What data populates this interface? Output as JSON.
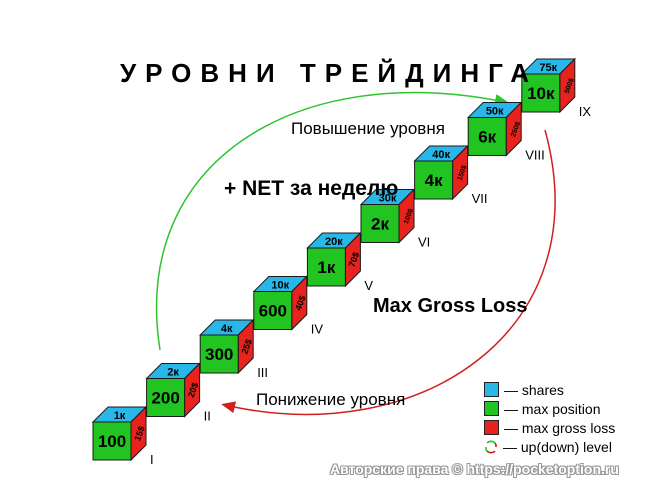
{
  "title": "УРОВНИ ТРЕЙДИНГА",
  "labels": {
    "up": "Повышение уровня",
    "net": "+ NET за неделю",
    "gross": "Max Gross Loss",
    "down": "Понижение уровня"
  },
  "levels": [
    {
      "roman": "I",
      "shares": "1к",
      "position": "100",
      "loss": "15$"
    },
    {
      "roman": "II",
      "shares": "2к",
      "position": "200",
      "loss": "20$"
    },
    {
      "roman": "III",
      "shares": "4к",
      "position": "300",
      "loss": "25$"
    },
    {
      "roman": "IV",
      "shares": "10к",
      "position": "600",
      "loss": "40$"
    },
    {
      "roman": "V",
      "shares": "20к",
      "position": "1к",
      "loss": "70$"
    },
    {
      "roman": "VI",
      "shares": "30к",
      "position": "2к",
      "loss": "100$"
    },
    {
      "roman": "VII",
      "shares": "40к",
      "position": "4к",
      "loss": "150$"
    },
    {
      "roman": "VIII",
      "shares": "50к",
      "position": "6к",
      "loss": "250$"
    },
    {
      "roman": "IX",
      "shares": "75к",
      "position": "10к",
      "loss": "500$"
    }
  ],
  "legend": [
    {
      "text": "— shares",
      "color": "#29b6e8",
      "icon": "square-swatch"
    },
    {
      "text": "— max position",
      "color": "#22c422",
      "icon": "square-swatch"
    },
    {
      "text": "— max gross loss",
      "color": "#e8221c",
      "icon": "square-swatch"
    },
    {
      "text": "— up(down) level",
      "color": "#22c422",
      "icon": "cycle-arrows"
    }
  ],
  "colors": {
    "shares": "#29b6e8",
    "position": "#22c422",
    "loss": "#e8221c",
    "up_arrow": "#2ec42e",
    "down_arrow": "#d02020"
  },
  "copyright": "Авторские права © https://pocketoption.ru"
}
